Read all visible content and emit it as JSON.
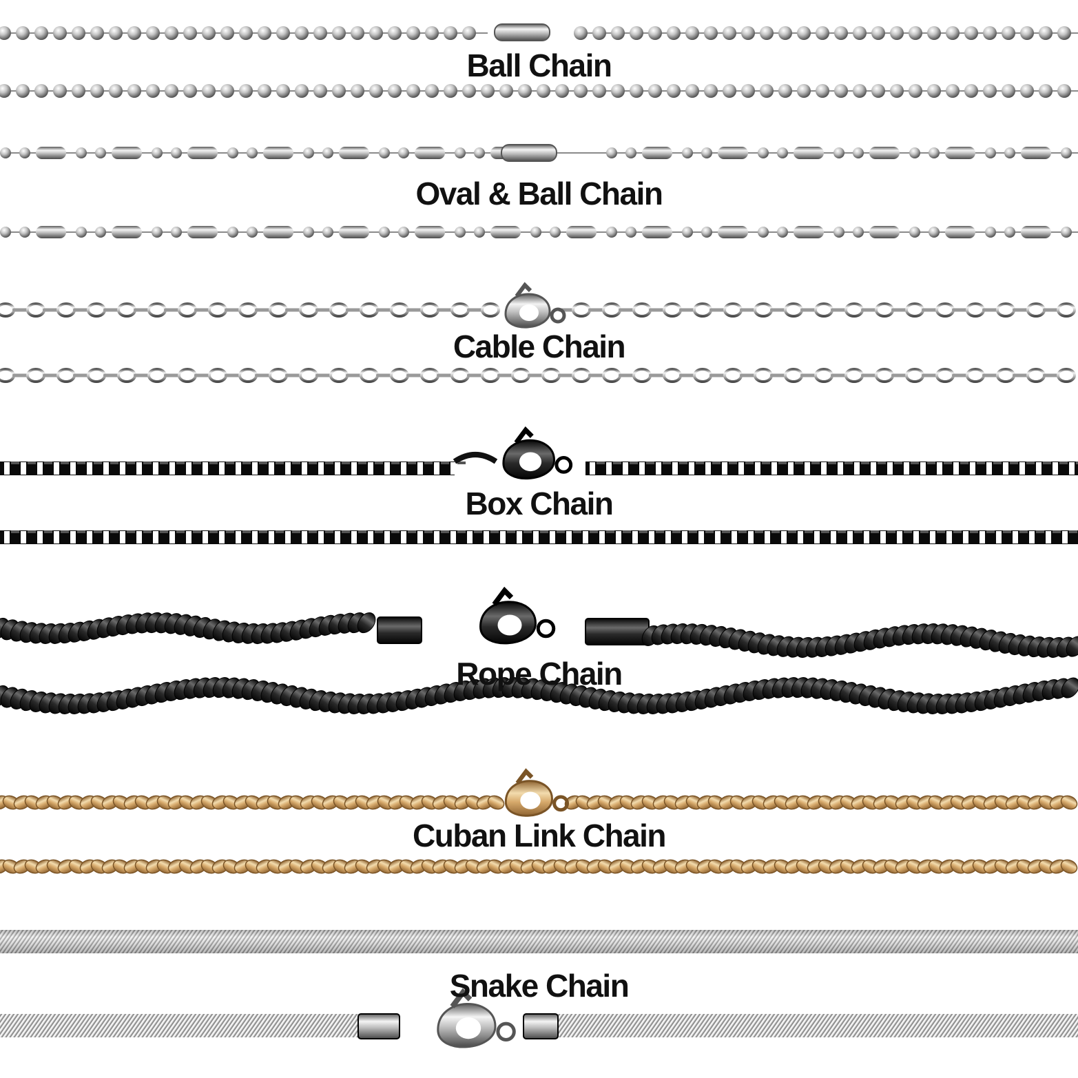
{
  "colors": {
    "silver_light": "#f4f4f4",
    "silver_mid": "#bdbdbd",
    "silver_dark": "#5a5a5a",
    "black_light": "#6a6a6a",
    "black_mid": "#2a2a2a",
    "black_dark": "#050505",
    "gold_light": "#f3dcae",
    "gold_mid": "#d7aa6c",
    "gold_dark": "#8f6432"
  },
  "sections": [
    {
      "label": "Ball Chain",
      "style": "ball",
      "finish": "silver",
      "clasp": "ball-connector"
    },
    {
      "label": "Oval & Ball Chain",
      "style": "oval-ball",
      "finish": "silver",
      "clasp": "ball-connector"
    },
    {
      "label": "Cable Chain",
      "style": "cable",
      "finish": "silver",
      "clasp": "lobster"
    },
    {
      "label": "Box Chain",
      "style": "box",
      "finish": "black",
      "clasp": "lobster"
    },
    {
      "label": "Rope Chain",
      "style": "rope",
      "finish": "black",
      "clasp": "lobster-with-end-caps"
    },
    {
      "label": "Cuban Link Chain",
      "style": "curb",
      "finish": "gold",
      "clasp": "lobster"
    },
    {
      "label": "Snake Chain",
      "style": "snake",
      "finish": "silver",
      "clasp": "lobster-with-end-caps"
    }
  ]
}
